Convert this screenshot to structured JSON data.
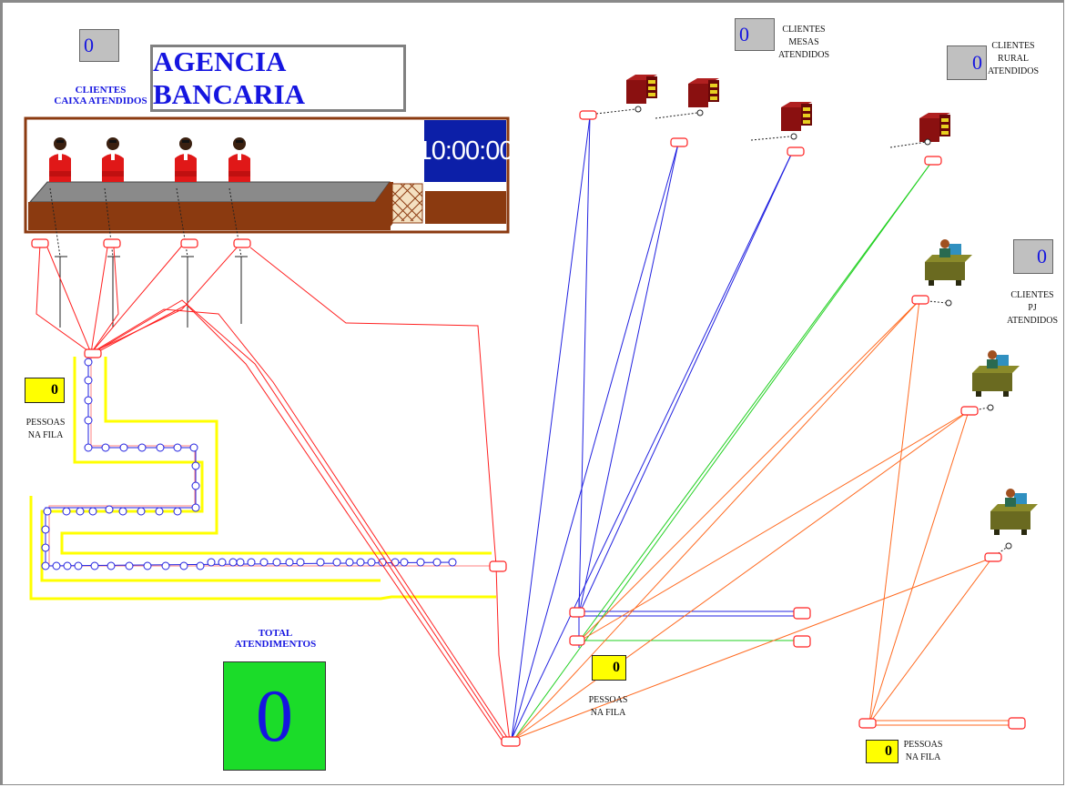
{
  "window": {
    "title": "AGENCIA BANCARIA"
  },
  "clock": {
    "time": "10:00:00"
  },
  "counters": {
    "caixa": {
      "value": "0",
      "label": "CLIENTES\nCAIXA ATENDIDOS"
    },
    "mesas": {
      "value": "0",
      "label": "CLIENTES\nMESAS\nATENDIDOS"
    },
    "rural": {
      "value": "0",
      "label": "CLIENTES\nRURAL\nATENDIDOS"
    },
    "pj": {
      "value": "0",
      "label": "CLIENTES\nPJ\nATENDIDOS"
    },
    "total": {
      "value": "0",
      "label": "TOTAL\nATENDIMENTOS"
    }
  },
  "queues": {
    "caixa": {
      "value": "0",
      "label": "PESSOAS\nNA FILA"
    },
    "mesas": {
      "value": "0",
      "label": "PESSOAS\nNA FILA"
    },
    "pj": {
      "value": "0",
      "label": "PESSOAS\nNA FILA"
    }
  },
  "colors": {
    "accent_blue": "#1515e0",
    "route_red": "#ff2020",
    "route_blue": "#2020e0",
    "route_green": "#20d020",
    "route_orange": "#ff6a20",
    "queue_yellow": "#ffff00",
    "counter_brown": "#8b3a10",
    "total_green": "#1bdc29"
  },
  "icons": {
    "teller": "teller-person-icon",
    "desk": "office-desk-icon",
    "pj_desk": "pj-clerk-desk-icon"
  }
}
